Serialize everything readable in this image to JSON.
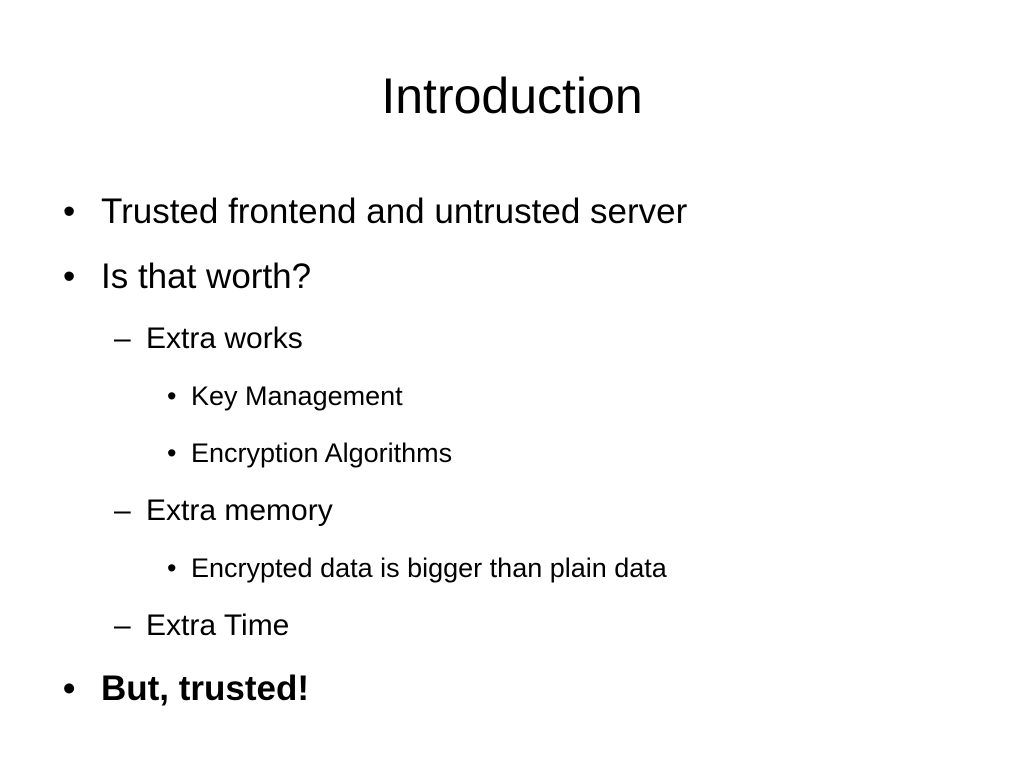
{
  "slide": {
    "title": "Introduction",
    "items": [
      {
        "bullet": "•",
        "text": "Trusted frontend and untrusted server"
      },
      {
        "bullet": "•",
        "text": "Is that worth?"
      },
      {
        "bullet": "–",
        "text": "Extra works"
      },
      {
        "bullet": "•",
        "text": "Key Management"
      },
      {
        "bullet": "•",
        "text": "Encryption Algorithms"
      },
      {
        "bullet": "–",
        "text": "Extra memory"
      },
      {
        "bullet": "•",
        "text": "Encrypted data is bigger than plain data"
      },
      {
        "bullet": "–",
        "text": "Extra Time"
      },
      {
        "bullet": "•",
        "text": "But, trusted!"
      }
    ]
  },
  "colors": {
    "background": "#ffffff",
    "text": "#000000"
  }
}
